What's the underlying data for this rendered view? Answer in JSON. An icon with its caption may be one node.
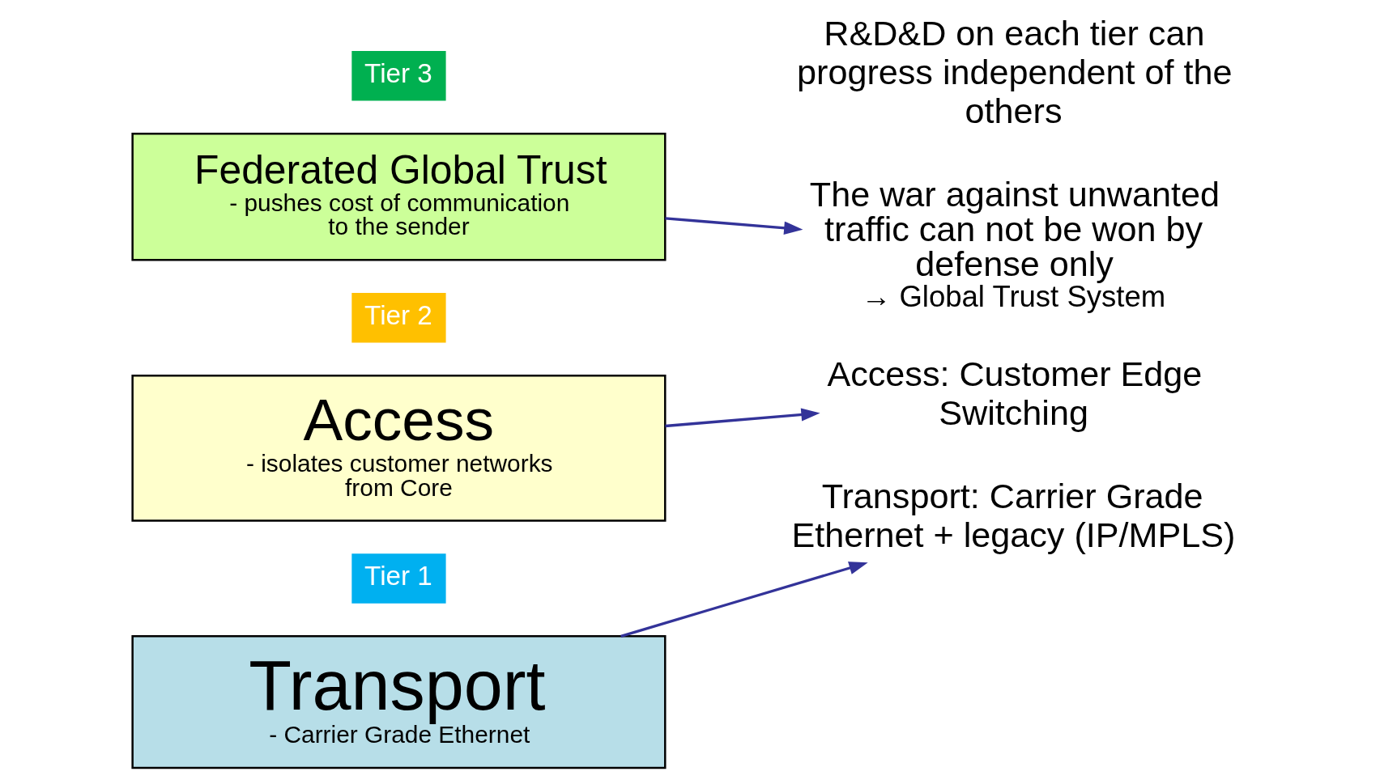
{
  "diagram": {
    "nodes": [
      {
        "text": [
          "Tier 3"
        ]
      },
      {
        "text": [
          "Federated Global Trust",
          "- pushes cost of communication to the sender"
        ]
      },
      {
        "text": [
          "Tier 2"
        ]
      },
      {
        "text": [
          "Access",
          "- isolates customer networks from Core"
        ]
      },
      {
        "text": [
          "Tier 1"
        ]
      },
      {
        "text": [
          "Transport",
          "- Carrier Grade Ethernet"
        ]
      },
      {
        "text": [
          "The war against unwanted traffic can not be won by defense only",
          "→ Global Trust System"
        ]
      },
      {
        "text": [
          "Access: Customer Edge Switching"
        ]
      },
      {
        "text": [
          "Transport: Carrier Grade Ethernet + legacy (IP/MPLS)"
        ]
      }
    ],
    "edges": [
      {
        "from": 1,
        "to": 6,
        "arrow": "to"
      },
      {
        "from": 3,
        "to": 7,
        "arrow": "to"
      },
      {
        "from": 5,
        "to": 8,
        "arrow": "to"
      }
    ],
    "labels": [
      "R&D&D on each tier can progress independent of the others"
    ]
  }
}
